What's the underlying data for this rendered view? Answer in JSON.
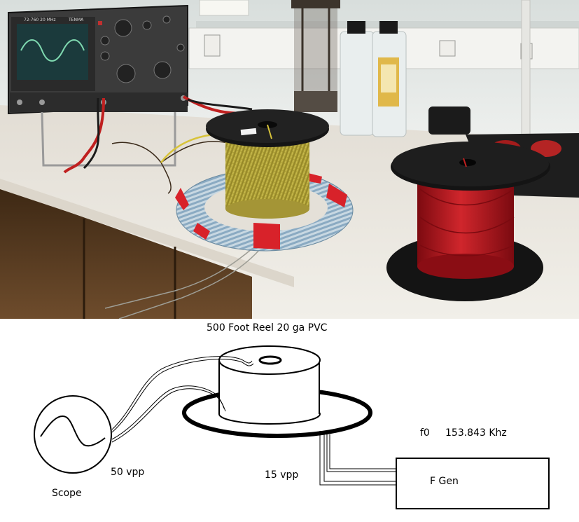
{
  "photo": {
    "scope_brand_label": "TENMA",
    "scope_model_label": "72-760 20 MHz"
  },
  "diagram": {
    "reel_label": "500 Foot Reel 20 ga PVC",
    "freq_label": "f0",
    "freq_value": "153.843 Khz",
    "scope_vpp": "50 vpp",
    "reel_vpp": "15  vpp",
    "scope_label": "Scope",
    "fgen_label": "F Gen"
  },
  "colors": {
    "bench": "#e9e6df",
    "cabinet": "#5c3d22",
    "wall": "#e4e8e6",
    "yellow_wire": "#b9a83a",
    "red_wire": "#b0161c",
    "reel_black": "#151515",
    "coil_blue": "#9fbcd0",
    "tape_red": "#d8222a",
    "scope_body": "#3a3a3a",
    "trace_green": "#7fd9b0"
  }
}
